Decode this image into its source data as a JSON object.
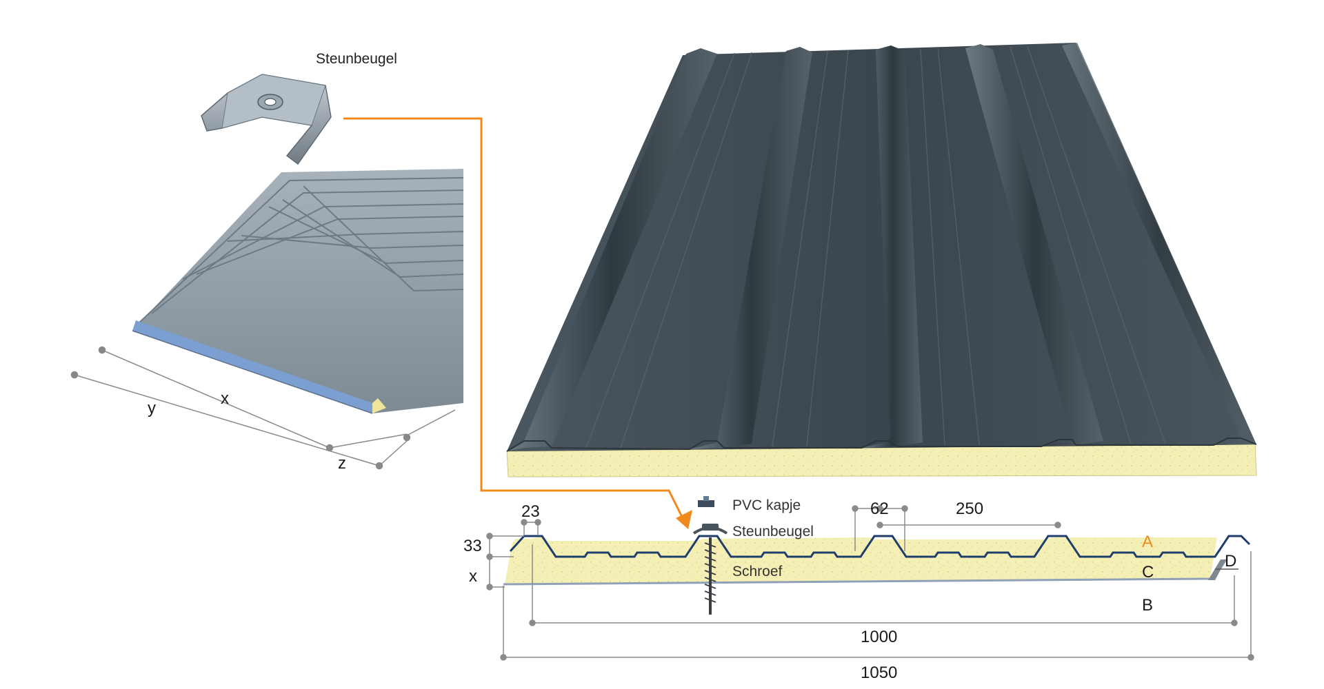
{
  "bracket_label": "Steunbeugel",
  "overlap_dims": {
    "y": "y",
    "x": "x",
    "z": "z"
  },
  "section_labels": {
    "pvc_cap": "PVC kapje",
    "bracket": "Steunbeugel",
    "screw": "Schroef"
  },
  "layer_letters": {
    "a": "A",
    "b": "B",
    "c": "C",
    "d": "D"
  },
  "dimensions": {
    "rib_top_width": "23",
    "rib_height": "33",
    "core_thickness": "x",
    "rib_base_width": "62",
    "rib_pitch": "250",
    "cover_width": "1000",
    "total_width": "1050"
  },
  "colors": {
    "panel_dark": "#3f4a52",
    "panel_light": "#5b6870",
    "core_foam": "#f3eeb0",
    "small_panel": "#8e9aa4",
    "small_panel_underside": "#7f9fcf",
    "callout_orange": "#f08a1c",
    "profile_line": "#1f3d6b",
    "letter_a": "#f08a1c"
  }
}
